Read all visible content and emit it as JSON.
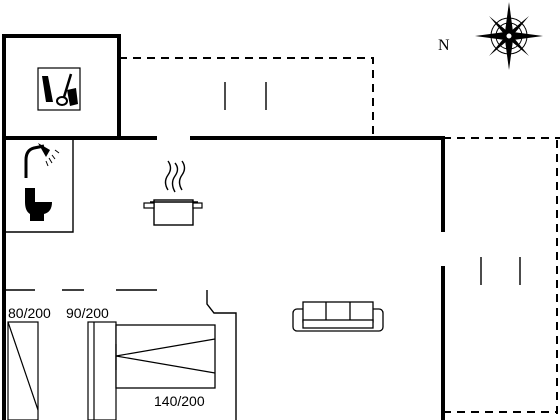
{
  "compass": {
    "north_letter": "N"
  },
  "beds": {
    "bed_single_1": "80/200",
    "bed_single_2": "90/200",
    "bed_double": "140/200"
  },
  "icons": {
    "utility": "cleaning-tools-icon",
    "shower": "shower-icon",
    "toilet": "toilet-icon",
    "kitchen": "cooking-pot-icon",
    "living": "sofa-icon",
    "compass": "compass-rose-icon"
  }
}
